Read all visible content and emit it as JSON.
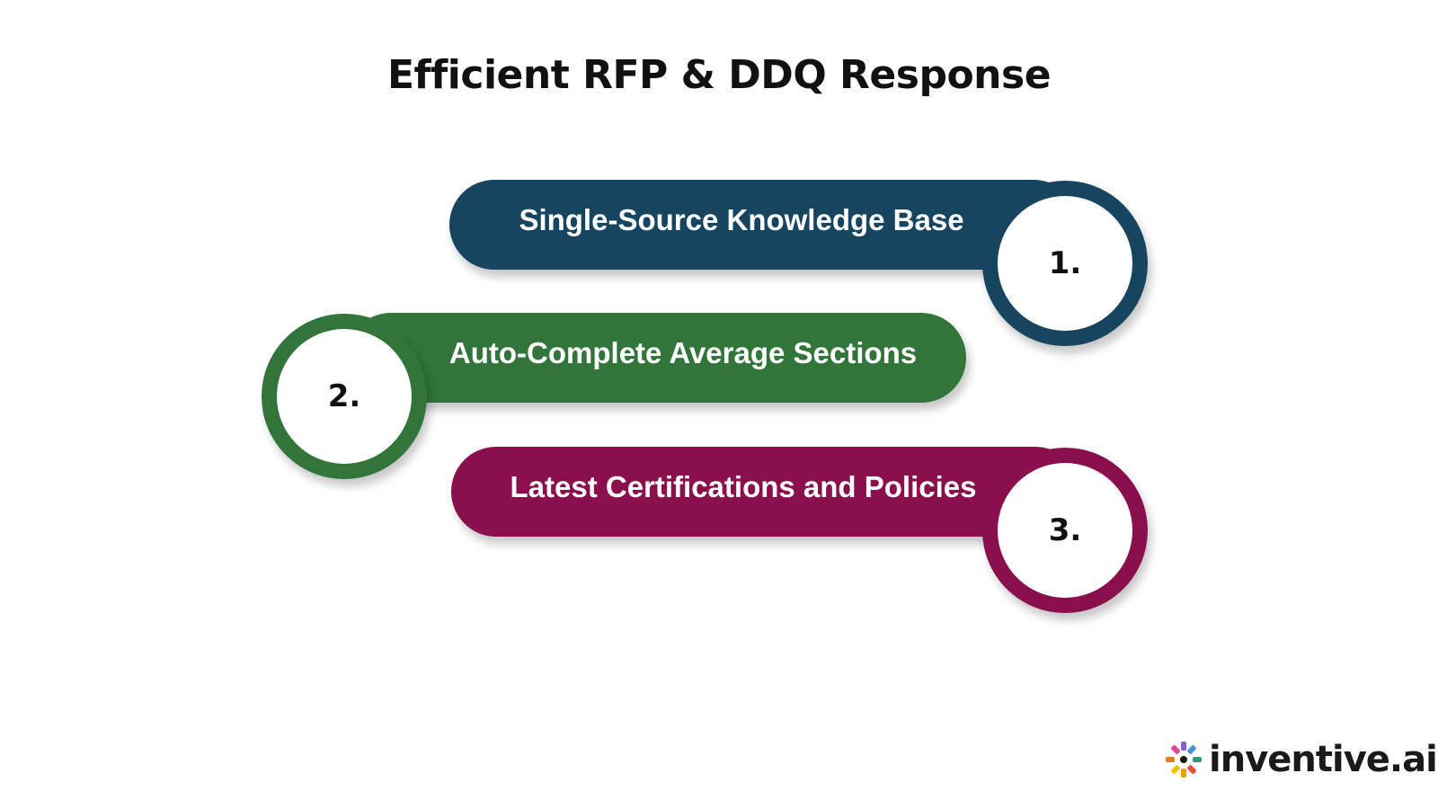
{
  "title": "Efficient RFP & DDQ Response",
  "colors": {
    "step1": "#17445e",
    "step2": "#32753a",
    "step3": "#8a104d"
  },
  "steps": [
    {
      "number": "1.",
      "label": "Single-Source Knowledge Base"
    },
    {
      "number": "2.",
      "label": "Auto-Complete Average Sections"
    },
    {
      "number": "3.",
      "label": "Latest Certifications and Policies"
    }
  ],
  "logo": {
    "text": "inventive.ai",
    "icon": "inventive-ai-logo-icon"
  }
}
